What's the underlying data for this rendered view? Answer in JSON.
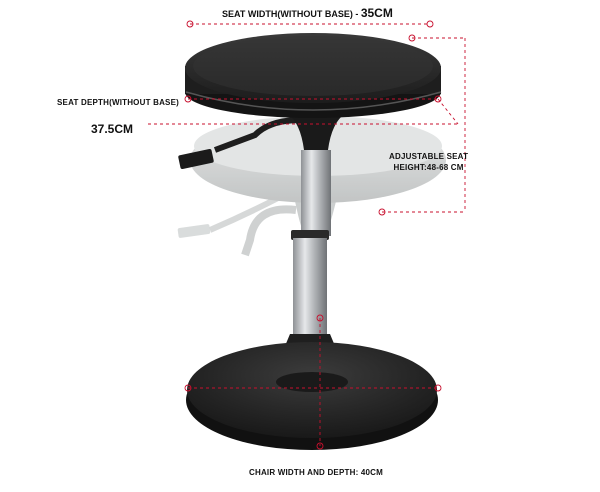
{
  "annotations": {
    "seat_width_label": "SEAT WIDTH(WITHOUT BASE) - ",
    "seat_width_value": "35CM",
    "seat_depth_label": "SEAT DEPTH(WITHOUT BASE)",
    "seat_depth_value": "37.5CM",
    "seat_height_line1": "ADJUSTABLE SEAT",
    "seat_height_line2": "HEIGHT:48-68 CM",
    "base_label": "CHAIR WIDTH AND DEPTH: 40CM"
  },
  "colors": {
    "dimension_line": "#c8102e",
    "seat": "#2b2b2b",
    "ghost_seat": "#c9cccc",
    "base": "#262626",
    "chrome": "#b9bcbf"
  }
}
